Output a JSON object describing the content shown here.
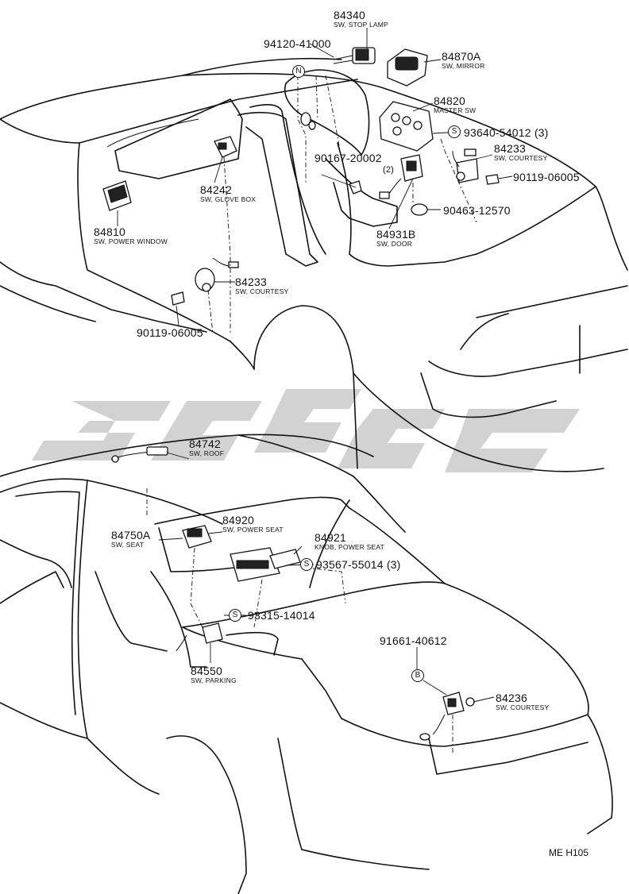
{
  "parts": [
    {
      "id": "p84340",
      "number": "84340",
      "name": "SW, STOP LAMP"
    },
    {
      "id": "p94120",
      "number": "94120-41000",
      "name": ""
    },
    {
      "id": "p84870A",
      "number": "84870A",
      "name": "SW, MIRROR"
    },
    {
      "id": "p84820",
      "number": "84820",
      "name": "MASTER SW"
    },
    {
      "id": "p93640",
      "number": "93640-54012 (3)",
      "name": ""
    },
    {
      "id": "p84233a",
      "number": "84233",
      "name": "SW, COURTESY"
    },
    {
      "id": "p90119a",
      "number": "90119-06005",
      "name": ""
    },
    {
      "id": "p90167",
      "number": "90167-20002",
      "name": "(2)"
    },
    {
      "id": "p90463",
      "number": "90463-12570",
      "name": ""
    },
    {
      "id": "p84931B",
      "number": "84931B",
      "name": "SW, DOOR"
    },
    {
      "id": "p84242",
      "number": "84242",
      "name": "SW, GLOVE BOX"
    },
    {
      "id": "p84810",
      "number": "84810",
      "name": "SW, POWER WINDOW"
    },
    {
      "id": "p84233b",
      "number": "84233",
      "name": "SW, COURTESY"
    },
    {
      "id": "p90119b",
      "number": "90119-06005",
      "name": ""
    },
    {
      "id": "p84742",
      "number": "84742",
      "name": "SW, ROOF"
    },
    {
      "id": "p84920",
      "number": "84920",
      "name": "SW, POWER SEAT"
    },
    {
      "id": "p84921",
      "number": "84921",
      "name": "KNOB, POWER SEAT"
    },
    {
      "id": "p84750A",
      "number": "84750A",
      "name": "SW, SEAT"
    },
    {
      "id": "p93567",
      "number": "93567-55014 (3)",
      "name": ""
    },
    {
      "id": "p93315",
      "number": "93315-14014",
      "name": ""
    },
    {
      "id": "p84550",
      "number": "84550",
      "name": "SW, PARKING"
    },
    {
      "id": "p91661",
      "number": "91661-40612",
      "name": ""
    },
    {
      "id": "p84236",
      "number": "84236",
      "name": "SW, COURTESY"
    }
  ],
  "markers": {
    "n": "N",
    "s1": "S",
    "s2": "S",
    "s3": "S",
    "b": "B"
  },
  "figure_code": "ME H105",
  "colors": {
    "line": "#111111",
    "watermark": "#d0d0d0",
    "background": "#ffffff"
  }
}
